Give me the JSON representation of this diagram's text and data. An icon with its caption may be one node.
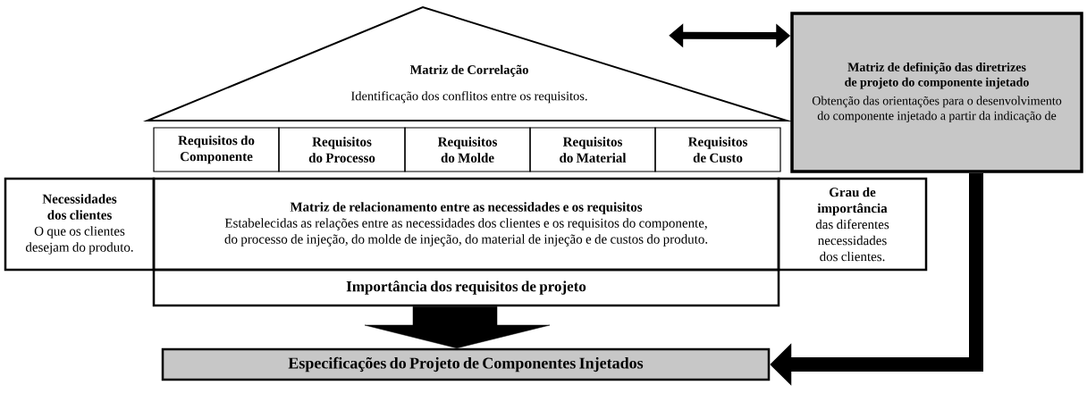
{
  "diagram": {
    "nodes": [
      {
        "text": [
          "Matriz de Correlação",
          "Identificação dos conflitos entre os requisitos."
        ]
      },
      {
        "text": [
          "Requisitos do Componente"
        ]
      },
      {
        "text": [
          "Requisitos do Processo"
        ]
      },
      {
        "text": [
          "Requisitos do Molde"
        ]
      },
      {
        "text": [
          "Requisitos do Material"
        ]
      },
      {
        "text": [
          "Requisitos de Custo"
        ]
      },
      {
        "text": [
          "Necessidades dos clientes",
          "O que os clientes desejam do produto."
        ]
      },
      {
        "text": [
          "Matriz de relacionamento entre as necessidades e os requisitos",
          "Estabelecidas as relações entre as necessidades dos clientes e os requisitos do componente, do processo de injeção, do molde de injeção, do material de injeção e de custos do produto."
        ]
      },
      {
        "text": [
          "Grau de importância",
          "das diferentes necessidades dos clientes."
        ]
      },
      {
        "text": [
          "Importância dos requisitos de projeto"
        ]
      },
      {
        "text": [
          "Matriz de definição das diretrizes de projeto do componente injetado",
          "Obtenção das orientações para o desenvolvimento do componente injetado a partir da indicação de"
        ]
      },
      {
        "text": [
          "Especificações do Projeto de Componentes Injetados"
        ]
      }
    ],
    "edges": [
      {
        "from": 0,
        "to": 10,
        "arrow": "both"
      },
      {
        "from": 9,
        "to": 11,
        "arrow": "to"
      },
      {
        "from": 10,
        "to": 11,
        "arrow": "to",
        "style": "thick"
      }
    ]
  }
}
